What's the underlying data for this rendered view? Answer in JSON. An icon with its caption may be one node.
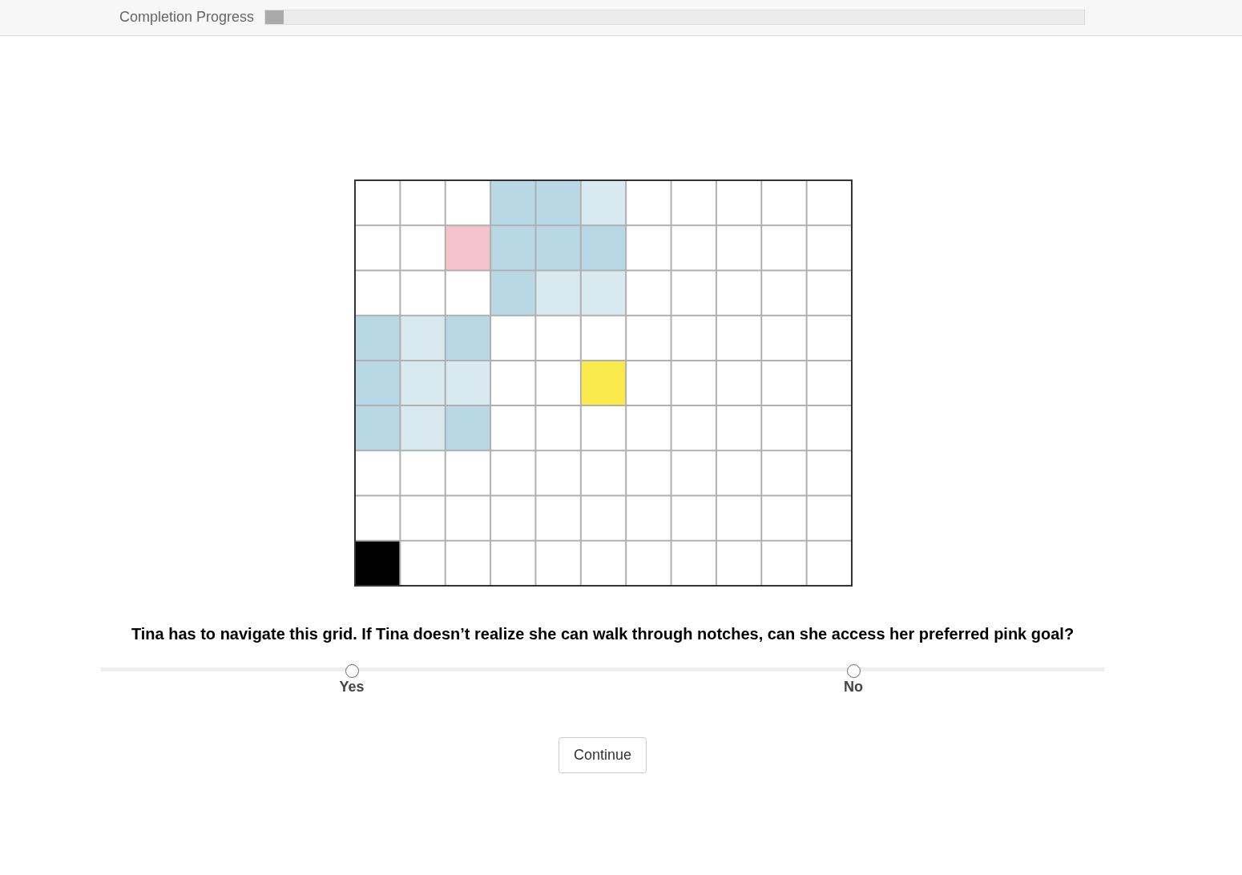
{
  "diagram": {
    "labels": [
      "Completion Progress",
      "Tina has to navigate this grid. If Tina doesn’t realize she can walk through notches, can she access her preferred pink goal?",
      "Yes",
      "No",
      "Continue"
    ]
  }
}
